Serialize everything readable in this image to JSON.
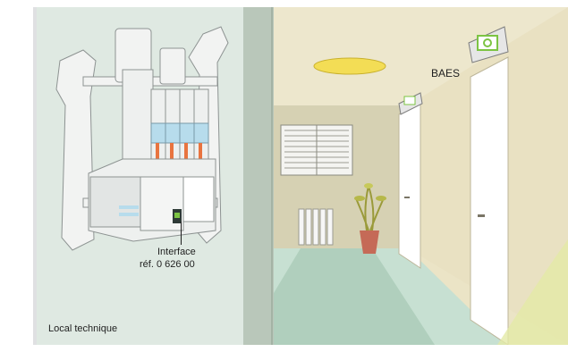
{
  "labels": {
    "interface_line1": "Interface",
    "interface_line2": "réf. 0 626 00",
    "local_technique": "Local technique",
    "baes": "BAES"
  },
  "colors": {
    "left_panel_bg": "#dfe9e2",
    "divider": "#b9c7ba",
    "corridor_floor": "#c7e0d2",
    "wall_left": "#cfcaa8",
    "wall_right": "#e9e1c2",
    "ceiling": "#ebe4c6",
    "light": "#f3dd55",
    "breaker_blue": "#b7dcec",
    "breaker_orange": "#e8743f",
    "sign_green": "#7cc443"
  }
}
